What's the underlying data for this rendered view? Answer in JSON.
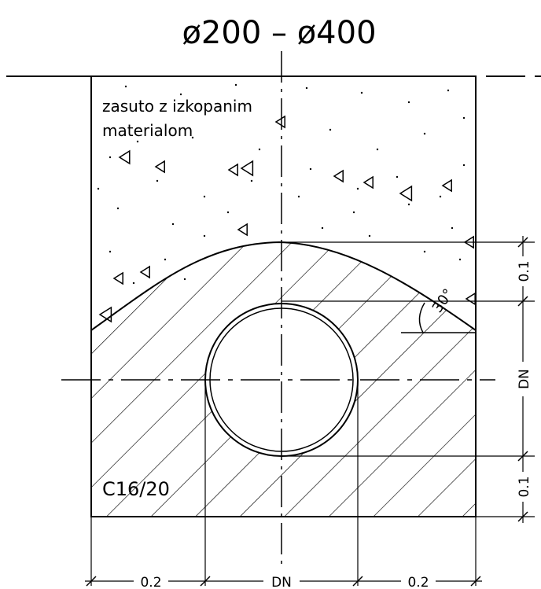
{
  "title": "ø200 – ø400",
  "fill_label": {
    "line1": "zasuto z izkopanim",
    "line2": "materialom"
  },
  "concrete_label": "C16/20",
  "angle_label": "30°",
  "dimensions": {
    "right_top": "0.1",
    "right_middle": "DN",
    "right_bottom": "0.1",
    "bottom_left": "0.2",
    "bottom_middle": "DN",
    "bottom_right": "0.2"
  },
  "colors": {
    "line": "#000000",
    "background": "#ffffff"
  }
}
